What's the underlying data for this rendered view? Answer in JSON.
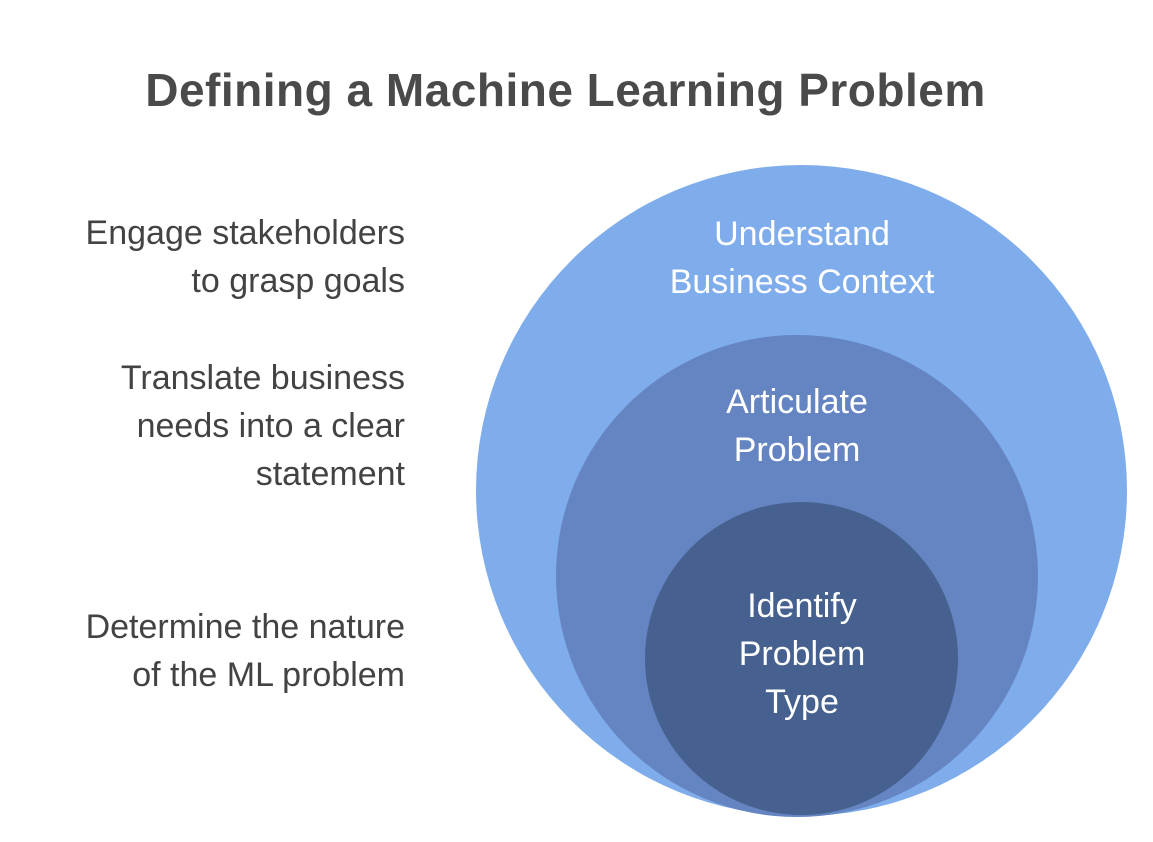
{
  "title": "Defining a Machine Learning Problem",
  "colors": {
    "background": "#ffffff",
    "title_text": "#4a4a4a",
    "description_text": "#434343",
    "ring_label_text": "#ffffff",
    "ring_outer": "#7faceb",
    "ring_middle": "#6485c2",
    "ring_inner": "#46618f"
  },
  "diagram_type": "nested-circles",
  "rings": [
    {
      "id": "understand-business-context",
      "level": 1,
      "label": "Understand\nBusiness Context",
      "description": "Engage stakeholders\nto grasp goals",
      "color": "#7faceb"
    },
    {
      "id": "articulate-problem",
      "level": 2,
      "label": "Articulate\nProblem",
      "description": "Translate business\nneeds into a clear\nstatement",
      "color": "#6485c2"
    },
    {
      "id": "identify-problem-type",
      "level": 3,
      "label": "Identify\nProblem\nType",
      "description": "Determine the nature\nof the ML problem",
      "color": "#46618f"
    }
  ]
}
